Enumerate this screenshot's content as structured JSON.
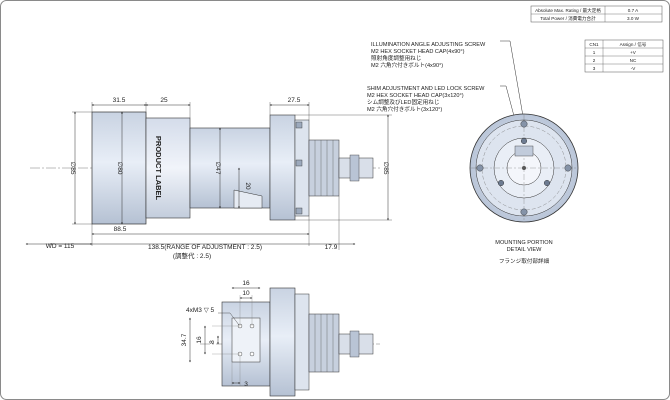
{
  "specs": {
    "rows": [
      {
        "label": "Absolute Max. Rating / 最大定格",
        "value": "0.7 A"
      },
      {
        "label": "Total Power / 消費電力合計",
        "value": "3.0 W"
      }
    ]
  },
  "pins": {
    "header": [
      "CN1",
      "Assign / 信号"
    ],
    "rows": [
      {
        "pin": "1",
        "signal": "+V"
      },
      {
        "pin": "2",
        "signal": "NC"
      },
      {
        "pin": "3",
        "signal": "-V"
      }
    ]
  },
  "callouts": {
    "illumination": [
      "ILLUMINATION ANGLE ADJUSTING SCREW",
      "M2 HEX SOCKET HEAD CAP(4x90°)",
      "照射角度調整用ねじ",
      "M2 六角穴付きボルト(4x90°)"
    ],
    "shim": [
      "SHIM ADJUSTMENT AND LED LOCK SCREW",
      "M2 HEX SOCKET HEAD CAP(3x120°)",
      "シム調整及びLED固定用ねじ",
      "M2 六角穴付きボルト(3x120°)"
    ]
  },
  "side_view": {
    "label": "PRODUCT LABEL",
    "dims": {
      "d31_5": "31.5",
      "d25": "25",
      "d27_5": "27.5",
      "d88_5": "88.5",
      "range": "138.5(RANGE OF ADJUSTMENT : 2.5)",
      "range_jp": "(調整代 : 2.5)",
      "d17_9": "17.9",
      "wd": "WD = 115",
      "phi85_left": "∅85",
      "phi85_right": "∅85",
      "phi80": "∅80",
      "phi47": "∅47",
      "d20": "20"
    }
  },
  "mount_detail": {
    "title": [
      "MOUNTING PORTION",
      "DETAIL VIEW"
    ],
    "title_jp": "フランジ取付部詳細"
  },
  "bottom_view": {
    "hole_note": "4xM3 ▽ 5",
    "dims": {
      "d16": "16",
      "d10": "10",
      "d34_7": "34.7",
      "d16v": "16",
      "d8": "8",
      "d3": "3"
    }
  }
}
